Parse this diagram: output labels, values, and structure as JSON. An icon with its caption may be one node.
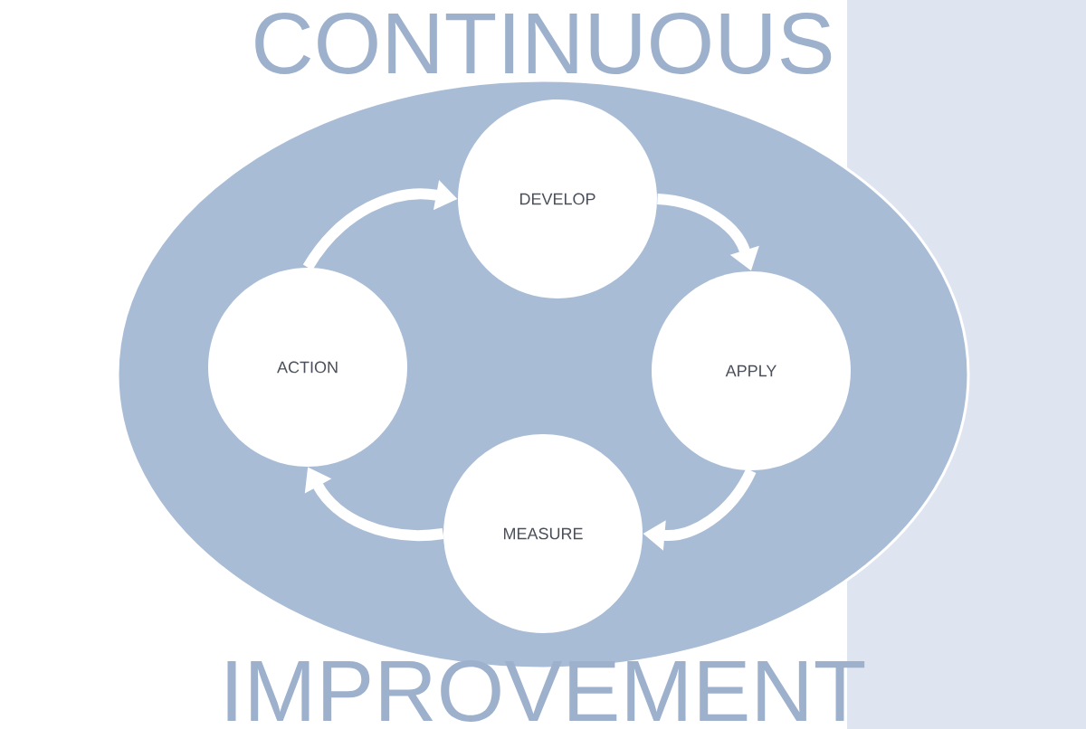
{
  "diagram": {
    "nodes": [
      {
        "text": [],
        "shape": "ellipse"
      },
      {
        "text": [
          "DEVELOP"
        ],
        "in": 0
      },
      {
        "text": [
          "APPLY"
        ],
        "in": 0
      },
      {
        "text": [
          "MEASURE"
        ],
        "in": 0
      },
      {
        "text": [
          "ACTION"
        ],
        "in": 0
      }
    ],
    "edges": [
      {
        "from": 1,
        "to": 2,
        "arrow": "to"
      },
      {
        "from": 2,
        "to": 3,
        "arrow": "to"
      },
      {
        "from": 3,
        "to": 4,
        "arrow": "to"
      },
      {
        "from": 4,
        "to": 1,
        "arrow": "to"
      }
    ],
    "labels": [
      "CONTINUOUS",
      "IMPROVEMENT"
    ]
  }
}
